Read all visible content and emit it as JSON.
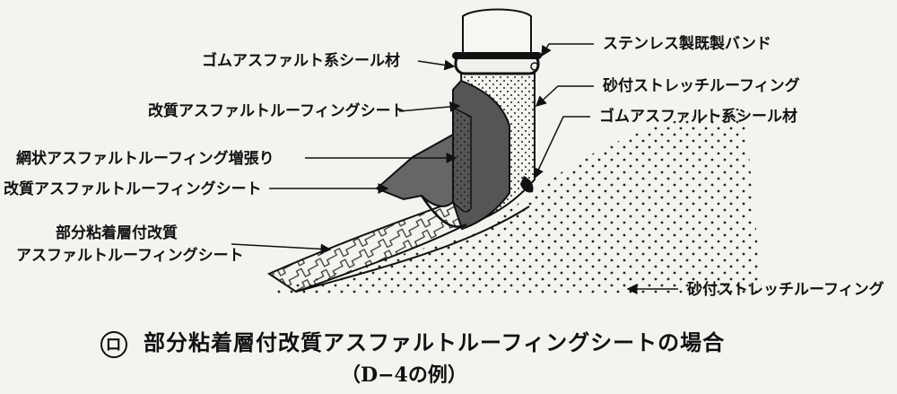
{
  "labels": {
    "rubber_sealant_top": "ゴムアスファルト系シール材",
    "stainless_band": "ステンレス製既製バンド",
    "modified_sheet_upper": "改質アスファルトルーフィングシート",
    "sanded_stretch_upper": "砂付ストレッチルーフィング",
    "rubber_sealant_lower": "ゴムアスファルト系シール材",
    "mesh_reinforce": "網状アスファルトルーフィング増張り",
    "modified_sheet_lower": "改質アスファルトルーフィングシート",
    "partial_adhesive_line1": "部分粘着層付改質",
    "partial_adhesive_line2": "アスファルトルーフィングシート",
    "sanded_stretch_lower": "砂付ストレッチルーフィング"
  },
  "caption": {
    "mark": "ロ",
    "title": "部分粘着層付改質アスファルトルーフィングシートの場合",
    "subtitle": "（D−4の例）"
  }
}
